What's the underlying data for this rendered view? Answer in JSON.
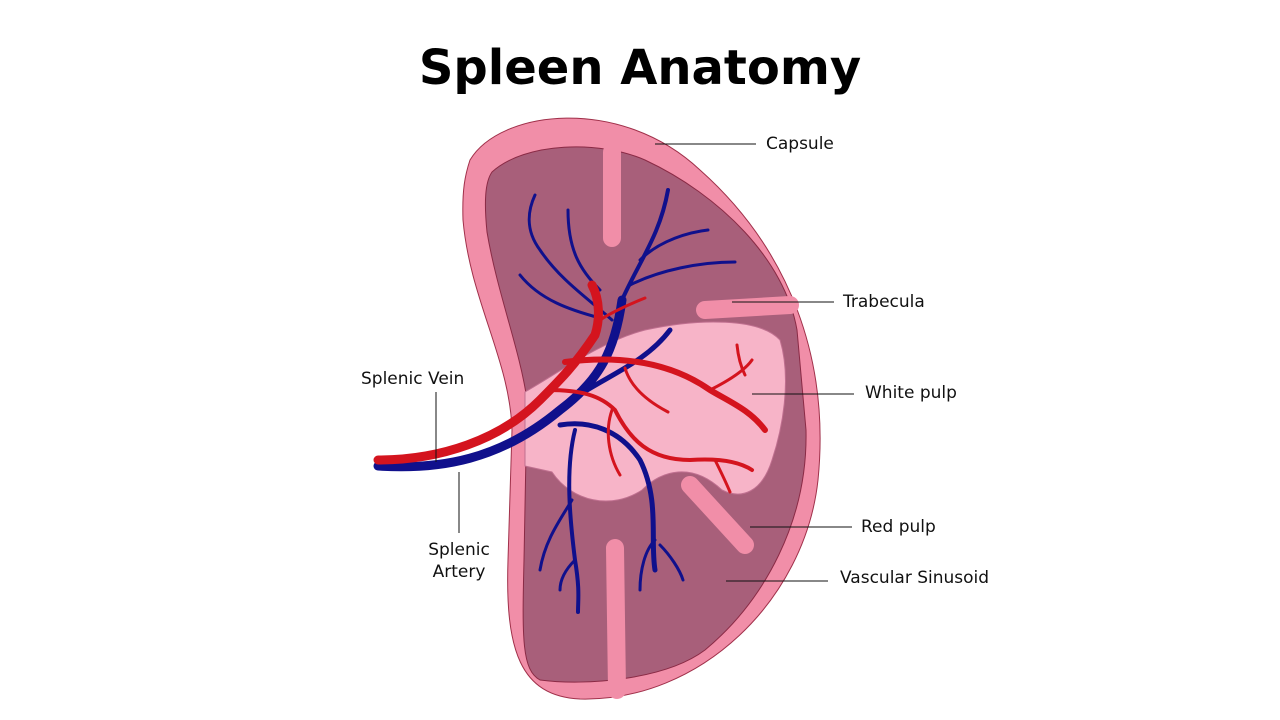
{
  "title": "Spleen Anatomy",
  "labels": {
    "capsule": "Capsule",
    "trabecula": "Trabecula",
    "white_pulp": "White pulp",
    "red_pulp": "Red pulp",
    "vascular_sinusoid": "Vascular Sinusoid",
    "splenic_vein": "Splenic Vein",
    "splenic_artery_1": "Splenic",
    "splenic_artery_2": "Artery"
  },
  "colors": {
    "capsule": "#f18ea8",
    "red_pulp": "#a85f7a",
    "white_pulp": "#f7b4c8",
    "artery": "#d4141e",
    "vein": "#10108c"
  }
}
